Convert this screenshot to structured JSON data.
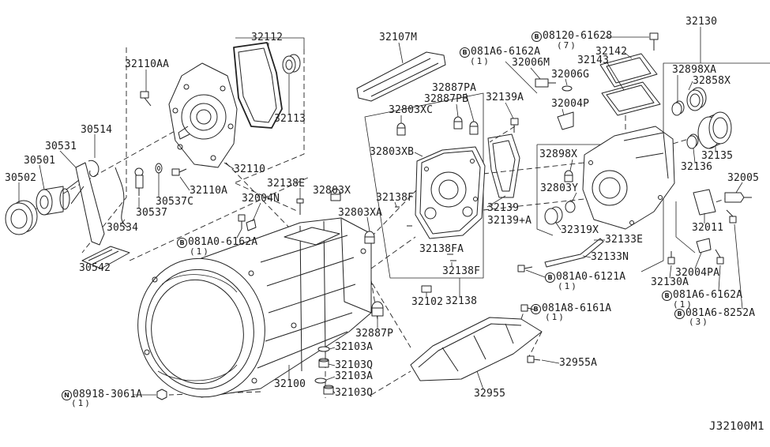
{
  "diagram": {
    "code": "J32100M1",
    "parts": [
      "32112",
      "32110AA",
      "32107M",
      "32130",
      "32142",
      "32006M",
      "32143",
      "32006G",
      "32898XA",
      "32858X",
      "32887PA",
      "32887PB",
      "32803XC",
      "32139A",
      "32004P",
      "32113",
      "30514",
      "30531",
      "32803XB",
      "32898X",
      "32135",
      "32136",
      "32005",
      "30501",
      "32110",
      "30502",
      "32138E",
      "32803X",
      "32110A",
      "30537C",
      "32803Y",
      "32004N",
      "32138F",
      "32139",
      "32139+A",
      "32803XA",
      "30537",
      "32319X",
      "32011",
      "30534",
      "32138FA",
      "32133E",
      "32133N",
      "30542",
      "32138F",
      "32130A",
      "32004PA",
      "32102",
      "32138",
      "32887P",
      "32103A",
      "32103Q",
      "32955A",
      "32103A",
      "32100",
      "32103Q",
      "32955"
    ],
    "fasteners": [
      {
        "prefix": "B",
        "code": "081A6-6162A",
        "qty": "(1)"
      },
      {
        "prefix": "B",
        "code": "08120-61628",
        "qty": "(7)"
      },
      {
        "prefix": "B",
        "code": "081A0-6162A",
        "qty": "(1)"
      },
      {
        "prefix": "B",
        "code": "081A0-6121A",
        "qty": "(1)"
      },
      {
        "prefix": "B",
        "code": "081A6-6162A",
        "qty": "(1)"
      },
      {
        "prefix": "B",
        "code": "081A8-6161A",
        "qty": "(1)"
      },
      {
        "prefix": "B",
        "code": "081A6-8252A",
        "qty": "(3)"
      },
      {
        "prefix": "N",
        "code": "08918-3061A",
        "qty": "(1)"
      }
    ]
  }
}
